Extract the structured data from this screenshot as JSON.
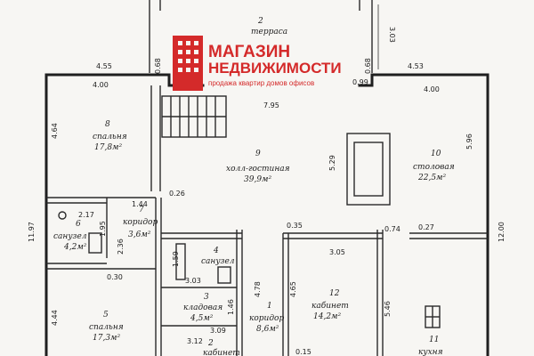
{
  "colors": {
    "brand": "#d42a2a",
    "ink": "#1f1f1f",
    "paper": "#f7f6f3"
  },
  "logo": {
    "line1": "МАГАЗИН",
    "line2": "НЕДВИЖИМОСТИ",
    "tagline": "продажа квартир домов офисов",
    "icon": "building-icon"
  },
  "rooms": {
    "terrace": {
      "num": "2",
      "name": "терраса"
    },
    "bedroom8": {
      "num": "8",
      "name": "спальня",
      "area": "17,8м²"
    },
    "hall9": {
      "num": "9",
      "name": "холл-гостиная",
      "area": "39,9м²"
    },
    "dining10": {
      "num": "10",
      "name": "столовая",
      "area": "22,5м²"
    },
    "corridor7": {
      "num": "7",
      "name": "коридор",
      "area": "3,6м²"
    },
    "bath6": {
      "num": "6",
      "name": "санузел",
      "area": "4,2м²"
    },
    "bath4": {
      "num": "4",
      "name": "санузел"
    },
    "pantry3": {
      "num": "3",
      "name": "кладовая",
      "area": "4,5м²"
    },
    "corridor1": {
      "num": "1",
      "name": "коридор",
      "area": "8,6м²"
    },
    "office12": {
      "num": "12",
      "name": "кабинет",
      "area": "14,2м²"
    },
    "bedroom5": {
      "num": "5",
      "name": "спальня",
      "area": "17,3м²"
    },
    "office2": {
      "num": "2",
      "name": "кабинет"
    },
    "kitchen11": {
      "num": "11",
      "name": "кухня"
    }
  },
  "dims": {
    "d455": "4.55",
    "d400a": "4.00",
    "d453": "4.53",
    "d400b": "4.00",
    "d303": "3.03",
    "d068a": "0.68",
    "d068b": "0.68",
    "d795": "7.95",
    "d464": "4.64",
    "d596": "5.96",
    "d529": "5.29",
    "d1197": "11.97",
    "d1200": "12.00",
    "d217": "2.17",
    "d144": "1.44",
    "d026": "0.26",
    "d195": "1.95",
    "d236": "2.36",
    "d030": "0.30",
    "d035": "0.35",
    "d074": "0.74",
    "d027": "0.27",
    "d305": "3.05",
    "d159": "1.59",
    "d303b": "3.03",
    "d478": "4.78",
    "d465": "4.65",
    "d546": "5.46",
    "d444": "4.44",
    "d146": "1.46",
    "d309": "3.09",
    "d312": "3.12",
    "d015": "0.15",
    "d099": "0.99"
  }
}
